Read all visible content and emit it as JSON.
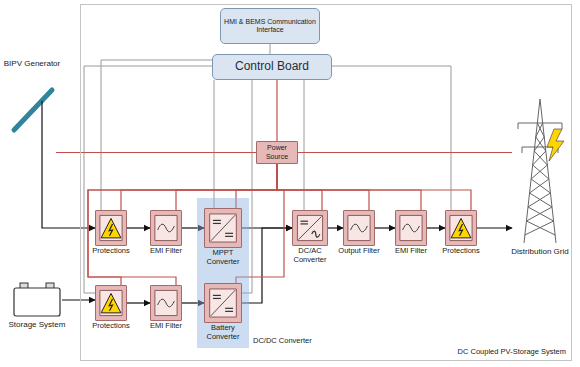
{
  "diagram": {
    "nodes": [
      {
        "text": [
          "DC Coupled PV-Storage System"
        ]
      },
      {
        "text": [
          "HMI & BEMS Communication Interface"
        ],
        "in": 0
      },
      {
        "text": [
          "Control Board"
        ],
        "in": 0
      },
      {
        "text": [
          "Power Source"
        ],
        "in": 0
      },
      {
        "text": [
          "BIPV Generator"
        ]
      },
      {
        "text": [
          "Protections"
        ],
        "in": 0
      },
      {
        "text": [
          "EMI Filter"
        ],
        "in": 0
      },
      {
        "text": [
          "DC/DC Converter"
        ],
        "in": 0
      },
      {
        "text": [
          "MPPT Converter"
        ],
        "in": 7
      },
      {
        "text": [
          "DC/AC Converter"
        ],
        "in": 0
      },
      {
        "text": [
          "Output Filter"
        ],
        "in": 0
      },
      {
        "text": [
          "EMI Filter"
        ],
        "in": 0
      },
      {
        "text": [
          "Protections"
        ],
        "in": 0
      },
      {
        "text": [
          "Distribution Grid"
        ]
      },
      {
        "text": [
          "Storage System"
        ]
      },
      {
        "text": [
          "Protections"
        ],
        "in": 0
      },
      {
        "text": [
          "EMI Filter"
        ],
        "in": 0
      },
      {
        "text": [
          "Battery Converter"
        ],
        "in": 7
      }
    ],
    "edges": [
      {
        "from": 4,
        "to": 5,
        "arrow": "to"
      },
      {
        "from": 5,
        "to": 6,
        "arrow": "to"
      },
      {
        "from": 6,
        "to": 8,
        "arrow": "to"
      },
      {
        "from": 8,
        "to": 9,
        "arrow": "to"
      },
      {
        "from": 9,
        "to": 10,
        "arrow": "to"
      },
      {
        "from": 10,
        "to": 11,
        "arrow": "to"
      },
      {
        "from": 11,
        "to": 12,
        "arrow": "to"
      },
      {
        "from": 12,
        "to": 13,
        "arrow": "to"
      },
      {
        "from": 14,
        "to": 15,
        "arrow": "to"
      },
      {
        "from": 15,
        "to": 16,
        "arrow": "to"
      },
      {
        "from": 16,
        "to": 17,
        "arrow": "to"
      },
      {
        "from": 17,
        "to": 9,
        "arrow": "to"
      },
      {
        "from": 1,
        "to": 2,
        "arrow": "none"
      },
      {
        "from": 2,
        "to": 5,
        "arrow": "none"
      },
      {
        "from": 2,
        "to": 15,
        "arrow": "none"
      },
      {
        "from": 2,
        "to": 8,
        "arrow": "none"
      },
      {
        "from": 2,
        "to": 17,
        "arrow": "none"
      },
      {
        "from": 2,
        "to": 9,
        "arrow": "none"
      },
      {
        "from": 2,
        "to": 12,
        "arrow": "none"
      },
      {
        "from": 4,
        "to": 3,
        "arrow": "none"
      },
      {
        "from": 3,
        "to": 13,
        "arrow": "none"
      },
      {
        "from": 3,
        "to": 2,
        "arrow": "none"
      },
      {
        "from": 3,
        "to": 5,
        "arrow": "none"
      },
      {
        "from": 3,
        "to": 6,
        "arrow": "none"
      },
      {
        "from": 3,
        "to": 8,
        "arrow": "none"
      },
      {
        "from": 3,
        "to": 9,
        "arrow": "none"
      },
      {
        "from": 3,
        "to": 10,
        "arrow": "none"
      },
      {
        "from": 3,
        "to": 11,
        "arrow": "none"
      },
      {
        "from": 3,
        "to": 12,
        "arrow": "none"
      },
      {
        "from": 3,
        "to": 15,
        "arrow": "none"
      },
      {
        "from": 3,
        "to": 16,
        "arrow": "none"
      },
      {
        "from": 3,
        "to": 17,
        "arrow": "none"
      }
    ]
  }
}
